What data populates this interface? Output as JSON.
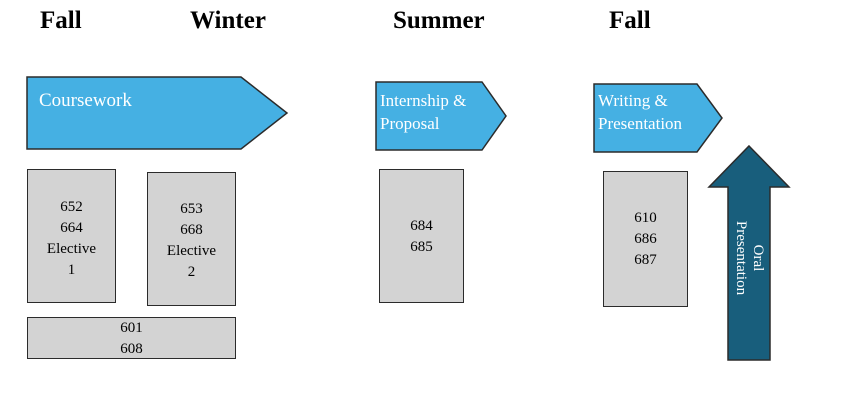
{
  "terms": [
    {
      "label": "Fall"
    },
    {
      "label": "Winter"
    },
    {
      "label": "Summer"
    },
    {
      "label": "Fall"
    }
  ],
  "phases": {
    "coursework": {
      "label": "Coursework"
    },
    "internship": {
      "line1": "Internship  &",
      "line2": "Proposal"
    },
    "writing": {
      "line1": "Writing  &",
      "line2": "Presentation"
    },
    "oral": {
      "line1": "Oral",
      "line2": "Presentation"
    }
  },
  "boxes": {
    "fall1": [
      "652",
      "664",
      "Elective",
      "1"
    ],
    "winter": [
      "653",
      "668",
      "Elective",
      "2"
    ],
    "core": [
      "601",
      "608"
    ],
    "summer": [
      "684",
      "685"
    ],
    "fall2": [
      "610",
      "686",
      "687"
    ]
  },
  "colors": {
    "light_arrow": "#45b0e3",
    "dark_arrow": "#185e7c",
    "box_fill": "#d3d3d3",
    "border": "#2b2b2b"
  }
}
